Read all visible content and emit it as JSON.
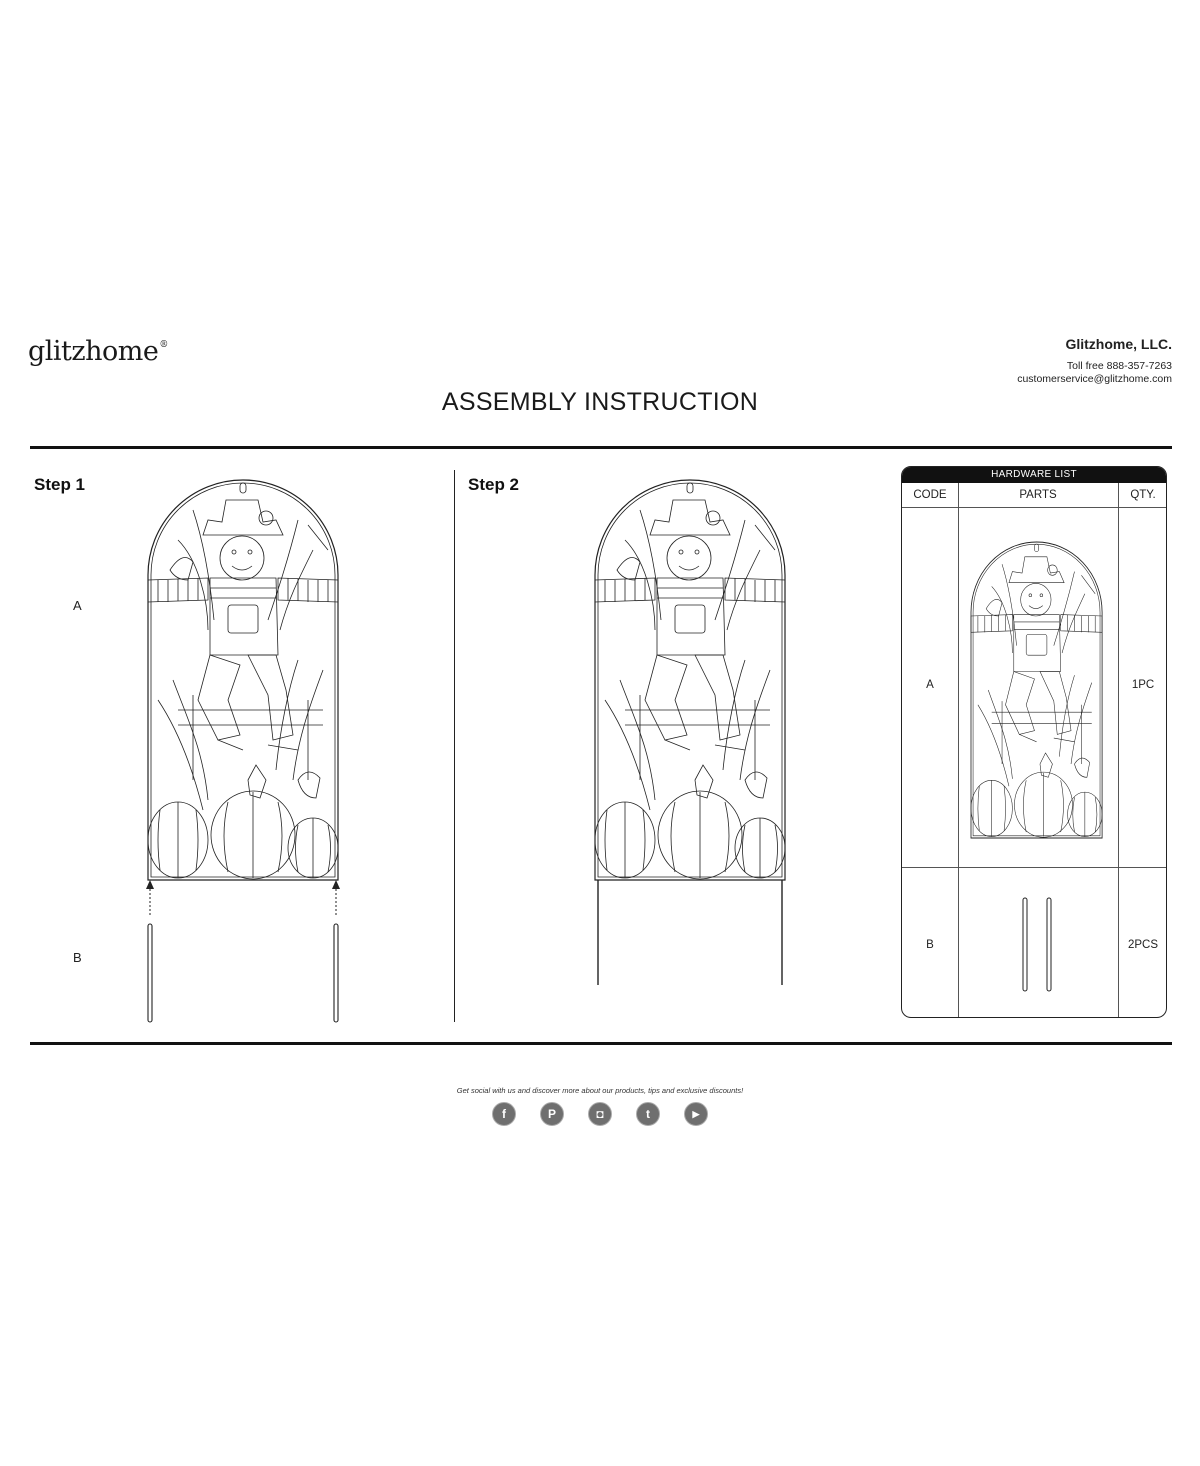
{
  "header": {
    "logo_text": "glitzhome",
    "logo_mark": "®",
    "company_name": "Glitzhome, LLC.",
    "toll_free": "Toll free 888-357-7263",
    "email": "customerservice@glitzhome.com",
    "title": "ASSEMBLY INSTRUCTION"
  },
  "step1": {
    "label": "Step 1",
    "part_a": "A",
    "part_b": "B"
  },
  "step2": {
    "label": "Step 2"
  },
  "hardware": {
    "title": "HARDWARE LIST",
    "columns": [
      "CODE",
      "PARTS",
      "QTY."
    ],
    "rows": [
      {
        "code": "A",
        "qty": "1PC"
      },
      {
        "code": "B",
        "qty": "2PCS"
      }
    ]
  },
  "footer": {
    "social_text": "Get social with us and discover more about our products, tips and exclusive discounts!",
    "icons": [
      {
        "name": "facebook-icon",
        "glyph": "f"
      },
      {
        "name": "pinterest-icon",
        "glyph": "P"
      },
      {
        "name": "instagram-icon",
        "glyph": "◘"
      },
      {
        "name": "twitter-icon",
        "glyph": "t"
      },
      {
        "name": "youtube-icon",
        "glyph": "▶"
      }
    ]
  }
}
